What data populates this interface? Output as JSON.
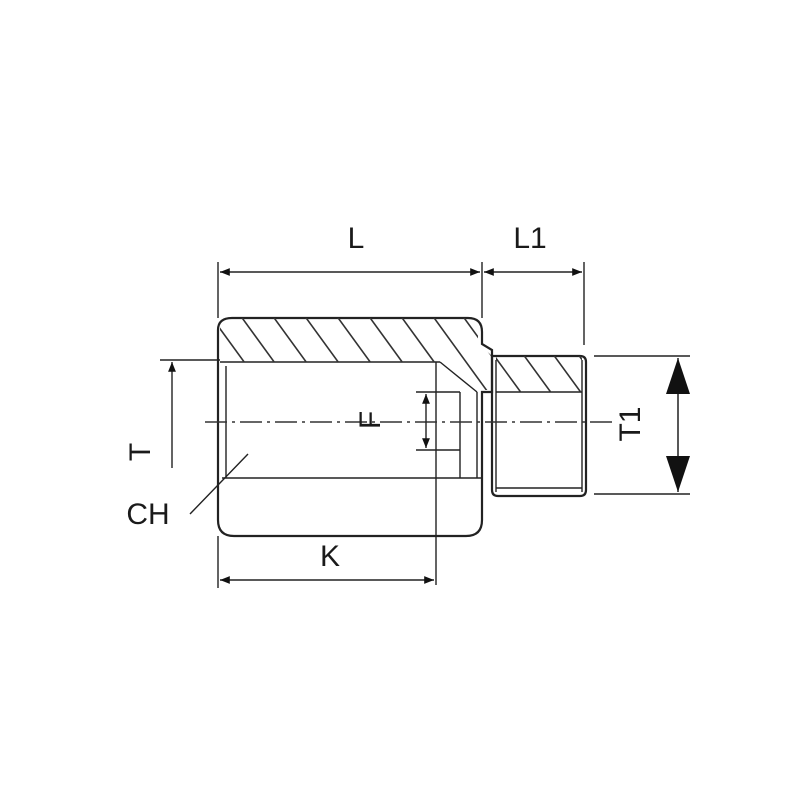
{
  "labels": {
    "L": "L",
    "L1": "L1",
    "T": "T",
    "T1": "T1",
    "F": "F",
    "CH": "CH",
    "K": "K"
  }
}
